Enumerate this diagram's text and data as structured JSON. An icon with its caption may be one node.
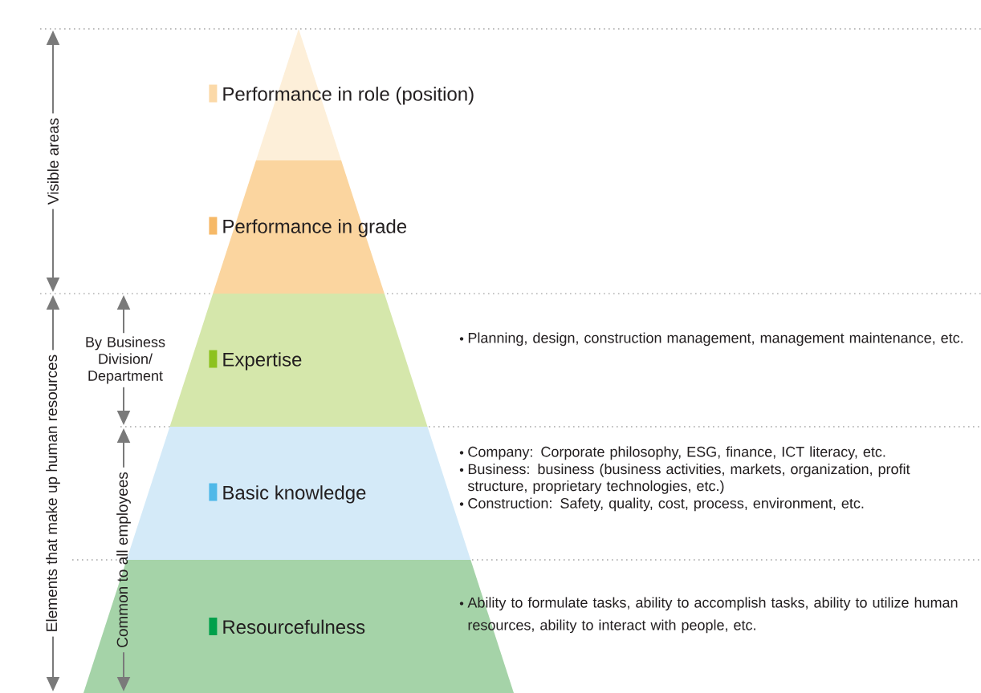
{
  "diagram": {
    "nodes": [
      {
        "text": [
          "Performance in role (position)"
        ]
      },
      {
        "text": [
          "Performance in grade"
        ]
      },
      {
        "text": [
          "Expertise"
        ],
        "beside": [
          "Planning, design, construction management, management maintenance, etc."
        ]
      },
      {
        "text": [
          "Basic knowledge"
        ],
        "beside": [
          "Company: Corporate philosophy, ESG, finance, ICT literacy, etc.",
          "Business: business (business activities, markets, organization, profit structure, proprietary technologies, etc.)",
          "Construction: Safety, quality, cost, process, environment, etc."
        ]
      },
      {
        "text": [
          "Resourcefulness"
        ],
        "beside": [
          "Ability to formulate tasks, ability to accomplish tasks, ability to utilize human resources, ability to interact with people, etc."
        ]
      }
    ],
    "edges": [],
    "labels": [
      "Visible areas",
      "Elements that make up human resources",
      "By Business Division/ Department",
      "Common to all employees"
    ]
  }
}
